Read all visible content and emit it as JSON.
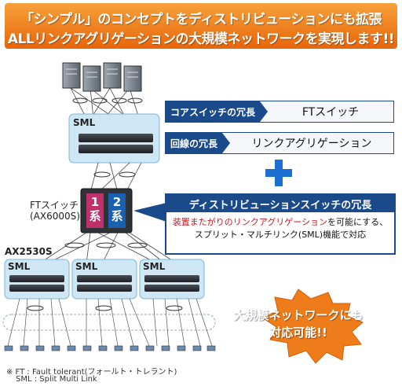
{
  "banner": {
    "line1": "「シンプル」のコンセプトをディストリビューションにも拡張",
    "line2": "ALLリンクアグリゲーションの大規模ネットワークを実現します!!",
    "gradient_top": "#f7a13a",
    "gradient_bottom": "#e8650b"
  },
  "labels": {
    "sml": "SML",
    "ft_switch_name": "FTスイッチ",
    "ft_switch_model": "(AX6000S)",
    "ax2530s": "AX2530S",
    "system1": "1系",
    "system2": "2系"
  },
  "redundancy": {
    "core": {
      "key": "コアスイッチの冗長",
      "value": "FTスイッチ"
    },
    "line": {
      "key": "回線の冗長",
      "value": "リンクアグリゲーション"
    }
  },
  "distribution": {
    "title": "ディストリビューションスイッチの冗長",
    "text_highlight": "装置またがりのリンクアグリゲーション",
    "text_rest1": "を可能にする、",
    "text_line2": "スプリット・マルチリンク(SML)機能で対応"
  },
  "callout": {
    "line1": "大規模ネットワークにも",
    "line2": "対応可能!!"
  },
  "footnotes": {
    "ft": "※ FT : Fault tolerant(フォールト・トレラント)",
    "sml": "SML : Split Multi Link"
  },
  "colors": {
    "navy": "#1a4a8a",
    "accent_blue": "#1a6fd0",
    "orange": "#ef7c1a",
    "sml_box": "#cfe6f5",
    "highlight_red": "#d4121a",
    "system1": "#c0306a",
    "system2": "#1a5fb0"
  }
}
